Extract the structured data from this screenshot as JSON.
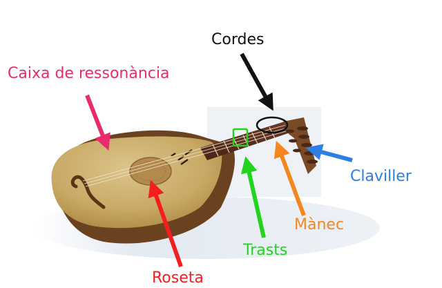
{
  "labels": {
    "cordes": "Cordes",
    "caixa": "Caixa de ressonància",
    "claviller": "Claviller",
    "manec": "Mànec",
    "trasts": "Trasts",
    "roseta": "Roseta"
  },
  "colors": {
    "cordes": "#111111",
    "caixa": "#ea2a6f",
    "claviller": "#2f7ee6",
    "manec": "#f5861f",
    "trasts": "#22d41e",
    "roseta": "#f51d1d"
  }
}
